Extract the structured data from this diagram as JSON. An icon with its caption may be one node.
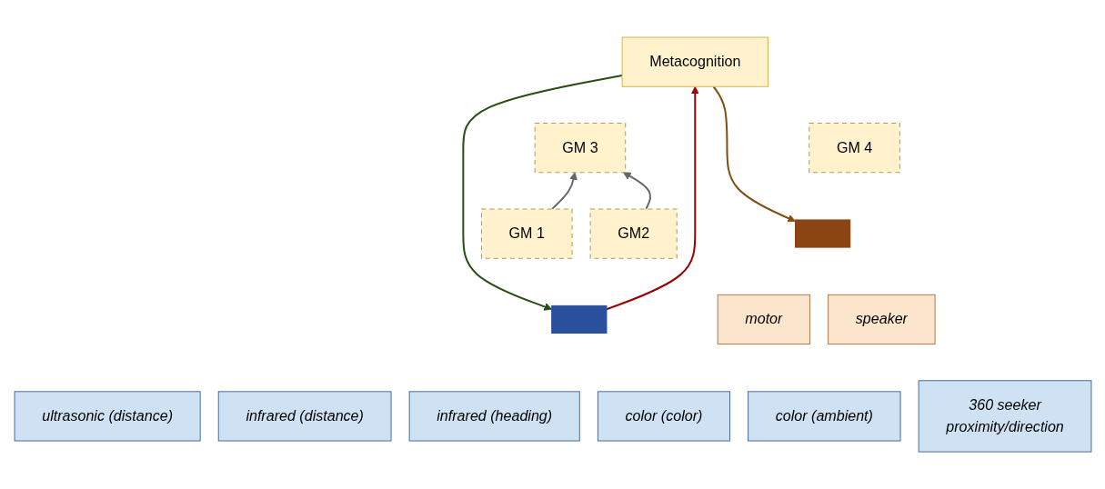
{
  "diagram": {
    "nodes": [
      {
        "text": [
          "Metacognition"
        ]
      },
      {
        "text": [
          "GM 3"
        ]
      },
      {
        "text": [
          "GM 1"
        ]
      },
      {
        "text": [
          "GM2"
        ]
      },
      {
        "text": [
          "GM 4"
        ]
      },
      {
        "text": [],
        "shape": "bar"
      },
      {
        "text": [],
        "shape": "bar"
      },
      {
        "text": [
          "ultrasonic (distance)"
        ]
      },
      {
        "text": [
          "infrared (distance)"
        ]
      },
      {
        "text": [
          "infrared (heading)"
        ]
      },
      {
        "text": [
          "color (color)"
        ]
      },
      {
        "text": [
          "color (ambient)"
        ]
      },
      {
        "text": [
          "360 seeker",
          "proximity/direction"
        ]
      },
      {
        "text": [
          "motor"
        ]
      },
      {
        "text": [
          "speaker"
        ]
      }
    ],
    "edges": [
      {
        "from": 0,
        "to": 5,
        "arrow": "to",
        "color": "#274e13"
      },
      {
        "from": 5,
        "to": 0,
        "arrow": "to",
        "color": "#990000"
      },
      {
        "from": 0,
        "to": 6,
        "arrow": "to",
        "color": "#7f4f10"
      },
      {
        "from": 2,
        "to": 1,
        "arrow": "to"
      },
      {
        "from": 3,
        "to": 1,
        "arrow": "to"
      }
    ]
  }
}
